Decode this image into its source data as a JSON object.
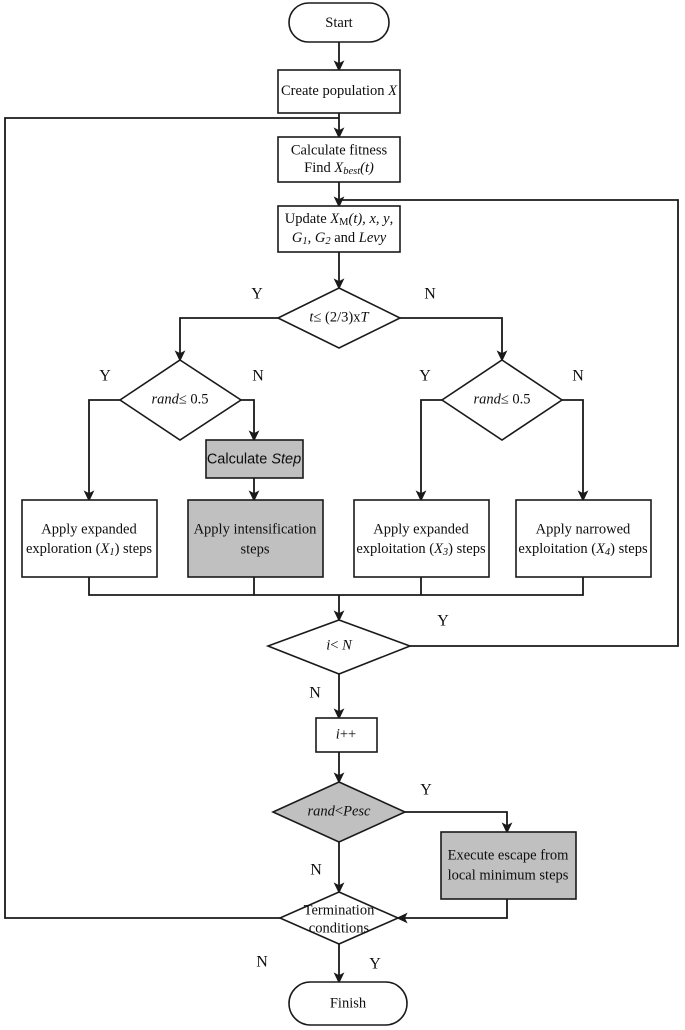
{
  "diagram": {
    "title": "Optimization algorithm flowchart",
    "colors": {
      "stroke": "#1a1a1a",
      "fill_white": "#ffffff",
      "fill_gray": "#c0c0c0",
      "background": "#ffffff"
    }
  },
  "nodes": {
    "start": {
      "label": "Start",
      "shape": "terminator",
      "fill": "white"
    },
    "create_population": {
      "label": "Create population",
      "var": "X",
      "shape": "process",
      "fill": "white"
    },
    "calculate_fitness": {
      "line1": "Calculate fitness",
      "line2_prefix": "Find ",
      "line2_var": "X",
      "line2_sub": "best",
      "line2_suffix": "(t)",
      "shape": "process",
      "fill": "white"
    },
    "update": {
      "line1_prefix": "Update ",
      "line1_var": "X",
      "line1_sub": "M",
      "line1_mid": "(t), ",
      "line1_x": "x",
      "line1_comma": ", ",
      "line1_y": "y",
      "line1_end": ",",
      "line2_g1": "G",
      "line2_g1sub": "1",
      "line2_g1end": ", ",
      "line2_g2": "G",
      "line2_g2sub": "2",
      "line2_and": " and ",
      "line2_levy": "Levy",
      "shape": "process",
      "fill": "white"
    },
    "decision_t": {
      "label": "t≤ (2/3)xT",
      "label_var": "t",
      "label_rest": "≤ (2/3)x",
      "label_var2": "T",
      "shape": "decision",
      "fill": "white"
    },
    "decision_rand_left": {
      "label_it": "rand",
      "label_rest": "≤ 0.5",
      "shape": "decision",
      "fill": "white"
    },
    "decision_rand_right": {
      "label_it": "rand",
      "label_rest": "≤ 0.5",
      "shape": "decision",
      "fill": "white"
    },
    "calculate_step": {
      "prefix": "Calculate ",
      "it": "Step",
      "shape": "process",
      "fill": "gray"
    },
    "apply_expanded_exploration": {
      "line1": "Apply expanded",
      "line2_prefix": "exploration (",
      "line2_var": "X",
      "line2_sub": "1",
      "line2_suffix": ") steps",
      "shape": "process",
      "fill": "white"
    },
    "apply_intensification": {
      "line1": "Apply intensification",
      "line2": "steps",
      "shape": "process",
      "fill": "gray"
    },
    "apply_expanded_exploitation": {
      "line1": "Apply expanded",
      "line2_prefix": "exploitation (",
      "line2_var": "X",
      "line2_sub": "3",
      "line2_suffix": ") steps",
      "shape": "process",
      "fill": "white"
    },
    "apply_narrowed_exploitation": {
      "line1": "Apply narrowed",
      "line2_prefix": "exploitation (",
      "line2_var": "X",
      "line2_sub": "4",
      "line2_suffix": ") steps",
      "shape": "process",
      "fill": "white"
    },
    "decision_i_lt_n": {
      "label_i": "i",
      "label_lt": "< ",
      "label_n": "N",
      "shape": "decision",
      "fill": "white"
    },
    "increment_i": {
      "label": "i++",
      "label_i": "i",
      "label_pp": "++",
      "shape": "process",
      "fill": "white"
    },
    "decision_rand_pesc": {
      "label_rand": "rand",
      "label_lt": "<",
      "label_pesc": "Pesc",
      "shape": "decision",
      "fill": "gray"
    },
    "execute_escape": {
      "line1": "Execute escape from",
      "line2": "local minimum steps",
      "shape": "process",
      "fill": "gray"
    },
    "termination": {
      "line1": "Termination",
      "line2": "conditions",
      "shape": "decision",
      "fill": "white"
    },
    "finish": {
      "label": "Finish",
      "shape": "terminator",
      "fill": "white"
    }
  },
  "edge_labels": {
    "t_yes": "Y",
    "t_no": "N",
    "rand_left_yes": "Y",
    "rand_left_no": "N",
    "rand_right_yes": "Y",
    "rand_right_no": "N",
    "i_lt_n_yes": "Y",
    "i_lt_n_no": "N",
    "pesc_yes": "Y",
    "pesc_no": "N",
    "termination_yes": "Y",
    "termination_no": "N"
  }
}
